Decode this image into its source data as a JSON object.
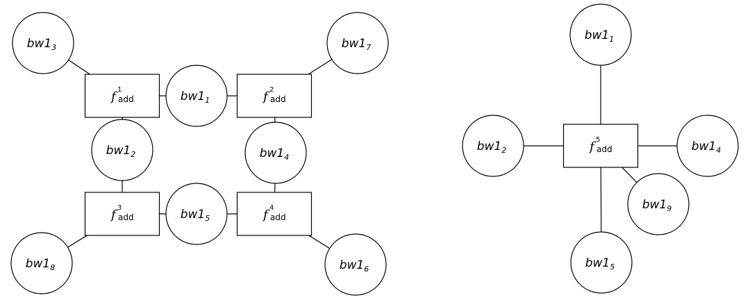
{
  "left_graph": {
    "variables": [
      {
        "id": "bw1_3",
        "base": "bw1",
        "sub": "3"
      },
      {
        "id": "bw1_7",
        "base": "bw1",
        "sub": "7"
      },
      {
        "id": "bw1_1",
        "base": "bw1",
        "sub": "1"
      },
      {
        "id": "bw1_2",
        "base": "bw1",
        "sub": "2"
      },
      {
        "id": "bw1_4",
        "base": "bw1",
        "sub": "4"
      },
      {
        "id": "bw1_5",
        "base": "bw1",
        "sub": "5"
      },
      {
        "id": "bw1_8",
        "base": "bw1",
        "sub": "8"
      },
      {
        "id": "bw1_6",
        "base": "bw1",
        "sub": "6"
      }
    ],
    "factors": [
      {
        "id": "f1",
        "base": "f",
        "sup": "1",
        "sub": "add"
      },
      {
        "id": "f2",
        "base": "f",
        "sup": "2",
        "sub": "add"
      },
      {
        "id": "f3",
        "base": "f",
        "sup": "3",
        "sub": "add"
      },
      {
        "id": "f4",
        "base": "f",
        "sup": "4",
        "sub": "add"
      }
    ],
    "edges": [
      [
        "bw1_3",
        "f1"
      ],
      [
        "f1",
        "bw1_1"
      ],
      [
        "bw1_1",
        "f2"
      ],
      [
        "f2",
        "bw1_7"
      ],
      [
        "f1",
        "bw1_2"
      ],
      [
        "bw1_2",
        "f3"
      ],
      [
        "f2",
        "bw1_4"
      ],
      [
        "bw1_4",
        "f4"
      ],
      [
        "f3",
        "bw1_5"
      ],
      [
        "bw1_5",
        "f4"
      ],
      [
        "f3",
        "bw1_8"
      ],
      [
        "f4",
        "bw1_6"
      ]
    ]
  },
  "right_graph": {
    "variables": [
      {
        "id": "r_bw1_1",
        "base": "bw1",
        "sub": "1"
      },
      {
        "id": "r_bw1_2",
        "base": "bw1",
        "sub": "2"
      },
      {
        "id": "r_bw1_4",
        "base": "bw1",
        "sub": "4"
      },
      {
        "id": "r_bw1_9",
        "base": "bw1",
        "sub": "9"
      },
      {
        "id": "r_bw1_5",
        "base": "bw1",
        "sub": "5"
      }
    ],
    "factors": [
      {
        "id": "f5",
        "base": "f",
        "sup": "5",
        "sub": "add"
      }
    ],
    "edges": [
      [
        "f5",
        "r_bw1_1"
      ],
      [
        "f5",
        "r_bw1_2"
      ],
      [
        "f5",
        "r_bw1_4"
      ],
      [
        "f5",
        "r_bw1_9"
      ],
      [
        "f5",
        "r_bw1_5"
      ]
    ]
  }
}
